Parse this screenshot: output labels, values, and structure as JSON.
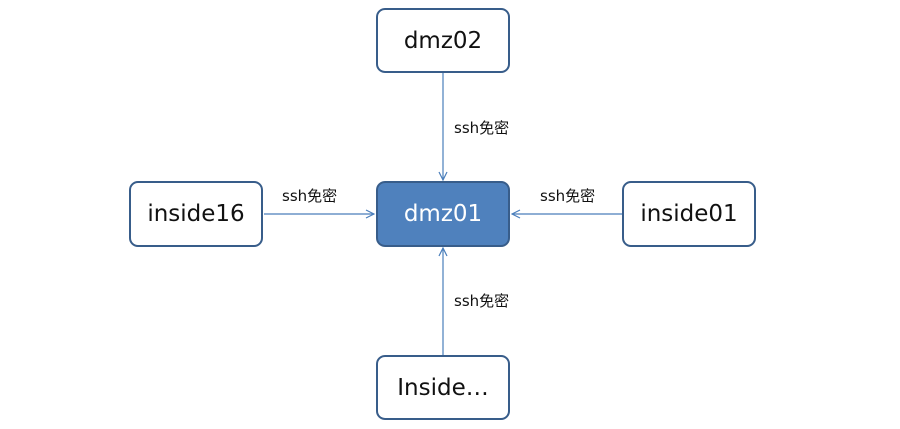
{
  "nodes": {
    "top": {
      "label": "dmz02"
    },
    "center": {
      "label": "dmz01"
    },
    "left": {
      "label": "inside16"
    },
    "right": {
      "label": "inside01"
    },
    "bottom": {
      "label": "Inside…"
    }
  },
  "edges": {
    "top_to_center": {
      "label": "ssh免密"
    },
    "left_to_center": {
      "label": "ssh免密"
    },
    "right_to_center": {
      "label": "ssh免密"
    },
    "bottom_to_center": {
      "label": "ssh免密"
    }
  },
  "colors": {
    "center_fill": "#4f81bd",
    "node_border": "#385d8a",
    "connector": "#4a7ebb"
  }
}
